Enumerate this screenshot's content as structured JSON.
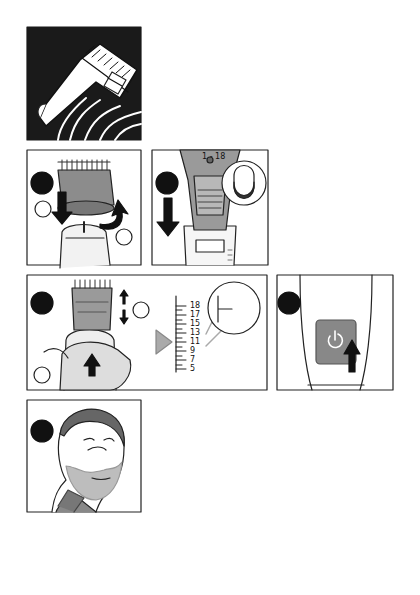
{
  "diagram": {
    "labels": [
      "1 - 18",
      "18",
      "17",
      "15",
      "13",
      "11",
      "9",
      "7",
      "5"
    ]
  }
}
